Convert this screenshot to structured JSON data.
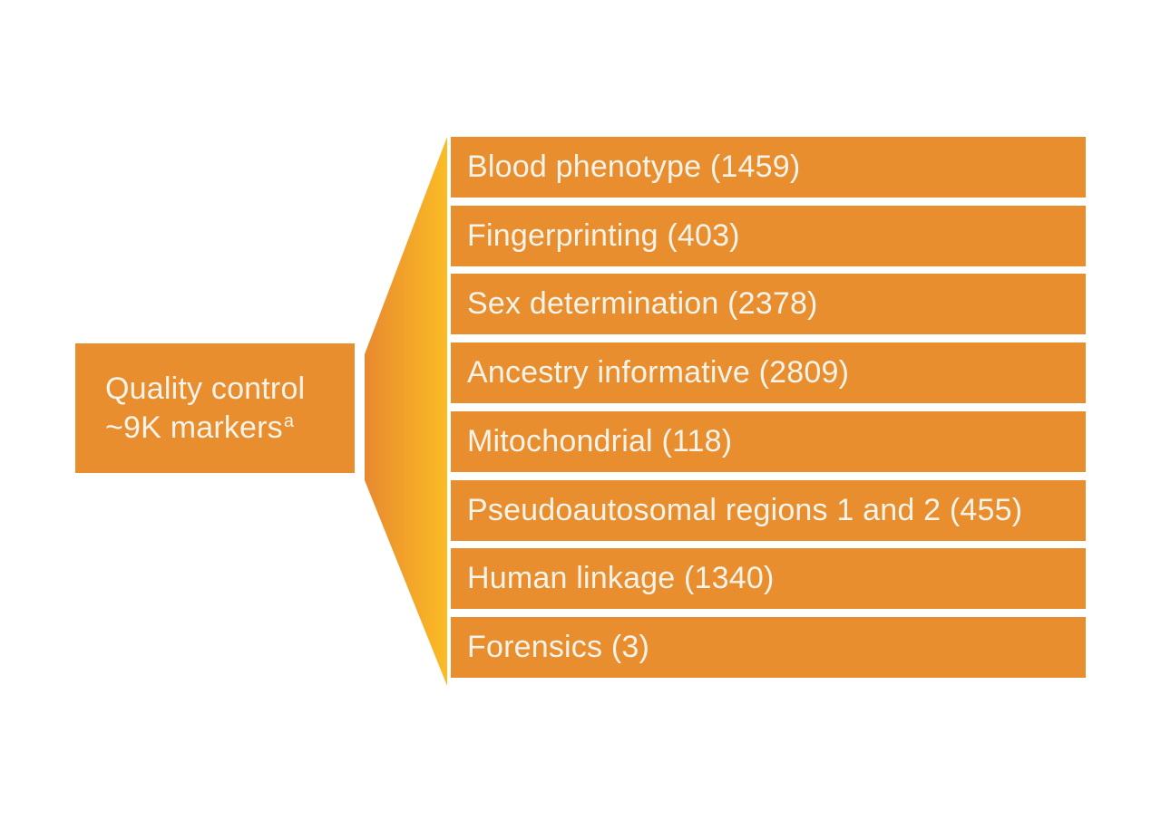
{
  "colors": {
    "node_orange": "#E88E2E",
    "fan_gradient_left": "#E8892F",
    "fan_gradient_right": "#FBBC25",
    "text": "#F8F3E8",
    "background": "#FFFFFF"
  },
  "root": {
    "line1": "Quality control",
    "line2": "~9K markers",
    "footnote_marker": "a"
  },
  "branches": [
    {
      "label": "Blood phenotype (1459)",
      "name": "Blood phenotype",
      "count": 1459
    },
    {
      "label": "Fingerprinting (403)",
      "name": "Fingerprinting",
      "count": 403
    },
    {
      "label": "Sex determination (2378)",
      "name": "Sex determination",
      "count": 2378
    },
    {
      "label": "Ancestry informative (2809)",
      "name": "Ancestry informative",
      "count": 2809
    },
    {
      "label": "Mitochondrial (118)",
      "name": "Mitochondrial",
      "count": 118
    },
    {
      "label": "Pseudoautosomal regions 1 and 2 (455)",
      "name": "Pseudoautosomal regions 1 and 2",
      "count": 455
    },
    {
      "label": "Human linkage (1340)",
      "name": "Human linkage",
      "count": 1340
    },
    {
      "label": "Forensics (3)",
      "name": "Forensics",
      "count": 3
    }
  ]
}
